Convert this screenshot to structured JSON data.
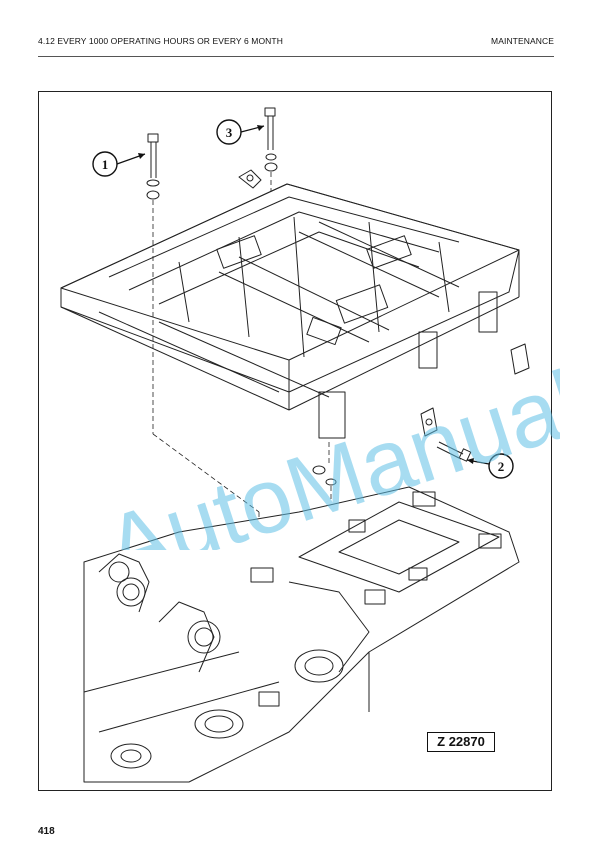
{
  "header": {
    "section_title": "4.12 EVERY 1000 OPERATING HOURS OR EVERY 6 MONTH",
    "chapter": "MAINTENANCE"
  },
  "figure": {
    "reference": "Z 22870",
    "callouts": [
      "1",
      "2",
      "3"
    ]
  },
  "watermark": "AutoManual",
  "footer": {
    "page_number": "418"
  }
}
